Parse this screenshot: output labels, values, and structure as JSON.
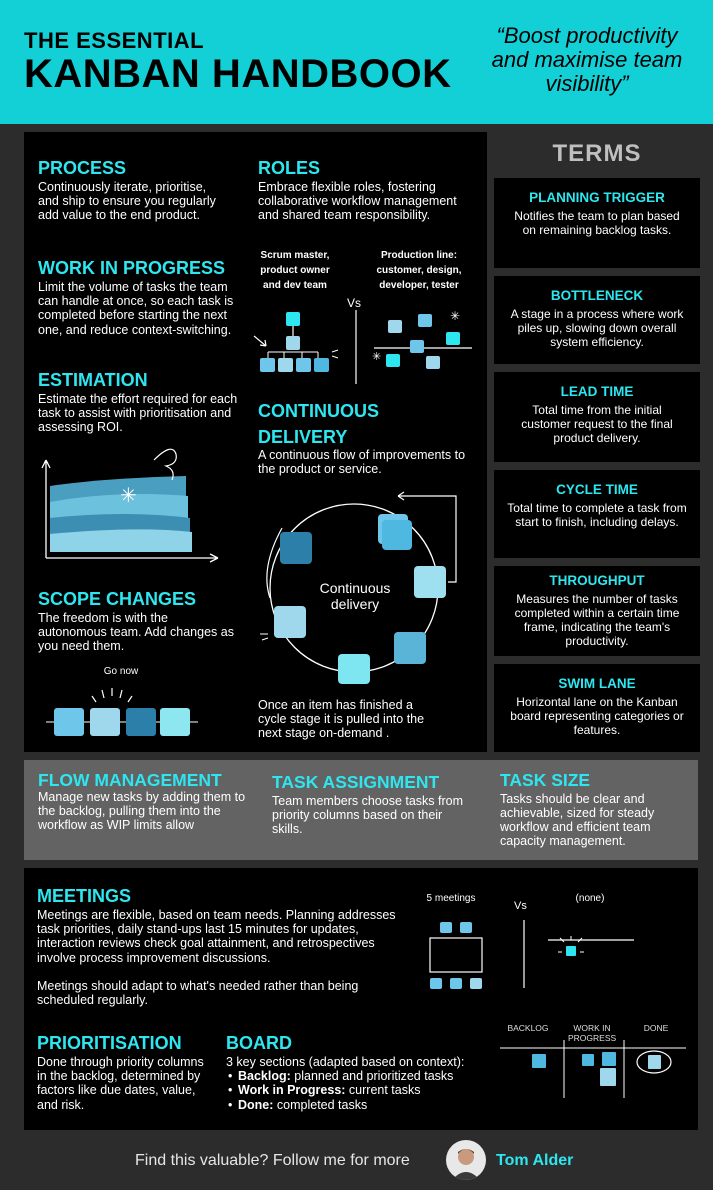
{
  "header": {
    "title_line1": "THE ESSENTIAL",
    "title_line2": "KANBAN HANDBOOK",
    "quote": "“Boost productivity and maximise team visibility”"
  },
  "process": {
    "title": "PROCESS",
    "text": "Continuously iterate, prioritise, and ship to ensure you regularly add value to the end product."
  },
  "roles": {
    "title": "ROLES",
    "text": "Embrace flexible roles, fostering collaborative workflow management and shared team responsibility.",
    "left_label": "Scrum master, product owner and dev team",
    "vs": "Vs",
    "right_label": "Production line: customer, design, developer, tester"
  },
  "wip": {
    "title": "WORK IN PROGRESS",
    "text": "Limit the volume of tasks the team can handle at once, so each task is completed before starting the next one, and reduce context-switching."
  },
  "estimation": {
    "title": "ESTIMATION",
    "text": "Estimate the effort required for each task to assist with prioritisation and assessing ROI."
  },
  "continuous_delivery": {
    "title_line1": "CONTINUOUS",
    "title_line2": "DELIVERY",
    "text": "A continuous flow of improvements to the product or service.",
    "circle_label": "Continuous delivery",
    "footer": "Once an item has finished a cycle stage it is pulled into the next stage on-demand ."
  },
  "scope_changes": {
    "title": "SCOPE CHANGES",
    "text": "The freedom is with the autonomous team. Add changes as you need them.",
    "go_now": "Go now"
  },
  "terms": {
    "title": "TERMS",
    "items": [
      {
        "title": "PLANNING TRIGGER",
        "desc": "Notifies the team to plan based on remaining backlog tasks."
      },
      {
        "title": "BOTTLENECK",
        "desc": "A stage in a process where work piles up, slowing down overall system efficiency."
      },
      {
        "title": "LEAD TIME",
        "desc": "Total time from the initial customer request to the final product delivery."
      },
      {
        "title": "CYCLE TIME",
        "desc": "Total time to complete a task from start to finish, including delays."
      },
      {
        "title": "THROUGHPUT",
        "desc": "Measures the number of tasks completed within a certain time frame, indicating the team's productivity."
      },
      {
        "title": "SWIM LANE",
        "desc": "Horizontal lane on the Kanban board representing categories or features."
      }
    ]
  },
  "flow_management": {
    "title": "FLOW MANAGEMENT",
    "text": "Manage new tasks by adding them to the backlog, pulling them into the workflow as WIP limits allow"
  },
  "task_assignment": {
    "title": "TASK ASSIGNMENT",
    "text": "Team members choose tasks from priority columns based on their skills."
  },
  "task_size": {
    "title": "TASK SIZE",
    "text": "Tasks should be clear and achievable, sized for steady workflow and efficient team capacity management."
  },
  "meetings": {
    "title": "MEETINGS",
    "text1": "Meetings are flexible, based on team needs. Planning addresses task priorities, daily stand-ups last 15 minutes for updates, interaction reviews check goal attainment, and retrospectives involve process improvement discussions.",
    "text2": "Meetings should adapt to what's needed rather than being scheduled regularly.",
    "left_label": "5 meetings",
    "vs": "Vs",
    "right_label": "(none)"
  },
  "prioritisation": {
    "title": "PRIORITISATION",
    "text": "Done through priority columns in the backlog, determined by factors like due dates, value, and risk."
  },
  "board": {
    "title": "BOARD",
    "intro": "3 key sections (adapted based on context):",
    "items": [
      {
        "label": "Backlog:",
        "text": " planned and prioritized tasks"
      },
      {
        "label": "Work in Progress:",
        "text": " current tasks"
      },
      {
        "label": "Done:",
        "text": " completed tasks"
      }
    ],
    "col1": "BACKLOG",
    "col2": "WORK IN PROGRESS",
    "col3": "DONE"
  },
  "footer": {
    "text": "Find this valuable? Follow me for more",
    "author": "Tom Alder"
  },
  "colors": {
    "accent": "#13cfd6",
    "heading": "#2ee6ef",
    "panel": "#000000",
    "background": "#2c2c2c",
    "mid_band": "#636363"
  }
}
